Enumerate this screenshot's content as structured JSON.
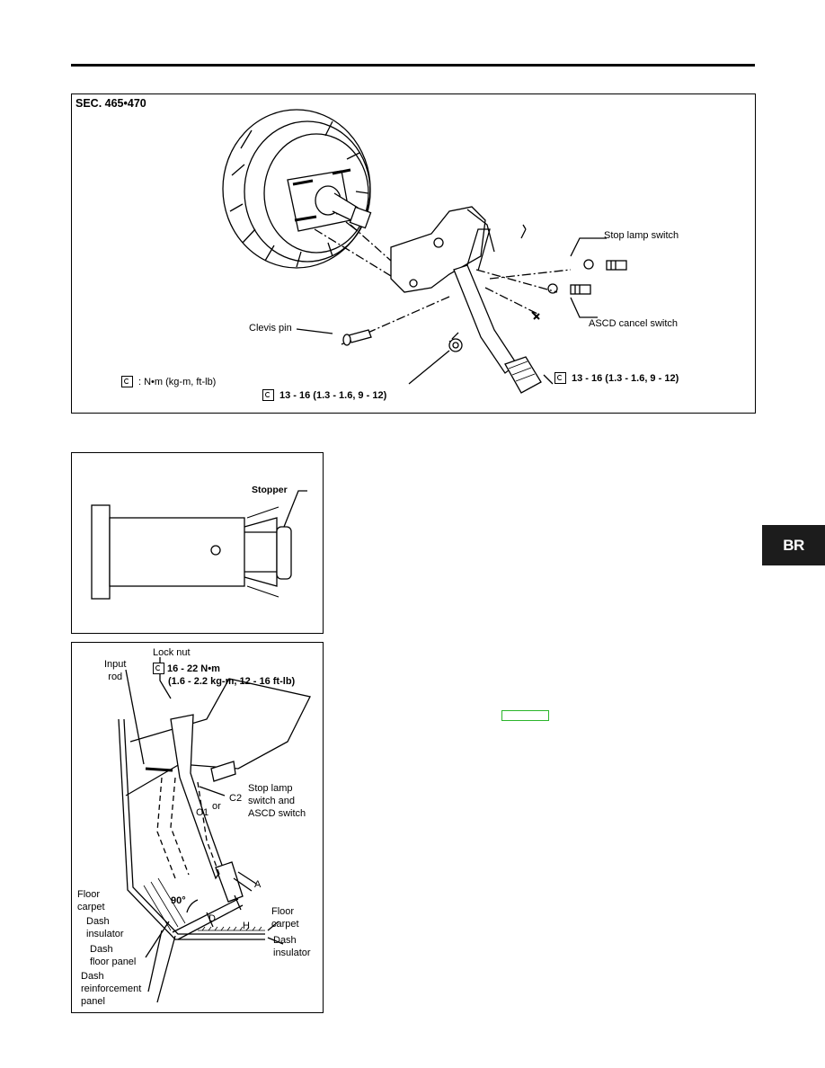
{
  "figure1": {
    "section": "SEC. 465•470",
    "labels": {
      "stop_lamp_switch": "Stop lamp switch",
      "ascd_cancel_switch": "ASCD cancel switch",
      "clevis_pin": "Clevis pin",
      "torque_unit": ": N•m (kg-m, ft-lb)",
      "torque_right": "13 - 16 (1.3 - 1.6, 9 - 12)",
      "torque_bottom": "13 - 16 (1.3 - 1.6, 9 - 12)"
    }
  },
  "figure2": {
    "labels": {
      "stopper": "Stopper"
    }
  },
  "figure3": {
    "labels": {
      "lock_nut": "Lock nut",
      "input_rod": "Input\nrod",
      "torque_value": "16 - 22 N•m",
      "torque_alt": "(1.6 - 2.2 kg-m, 12 - 16 ft-lb)",
      "stop_lamp_switch": "Stop lamp\nswitch and\nASCD switch",
      "c1": "C1",
      "or": "or",
      "c2": "C2",
      "angle": "90°",
      "a": "A",
      "d": "D",
      "h": "H",
      "floor_carpet_left": "Floor\ncarpet",
      "dash_insulator_left": "Dash\ninsulator",
      "dash_floor_panel": "Dash\nfloor panel",
      "dash_reinforcement_panel": "Dash\nreinforcement\npanel",
      "floor_carpet_right": "Floor\ncarpet",
      "dash_insulator_right": "Dash\ninsulator"
    }
  },
  "side_tab": {
    "label": "BR"
  }
}
